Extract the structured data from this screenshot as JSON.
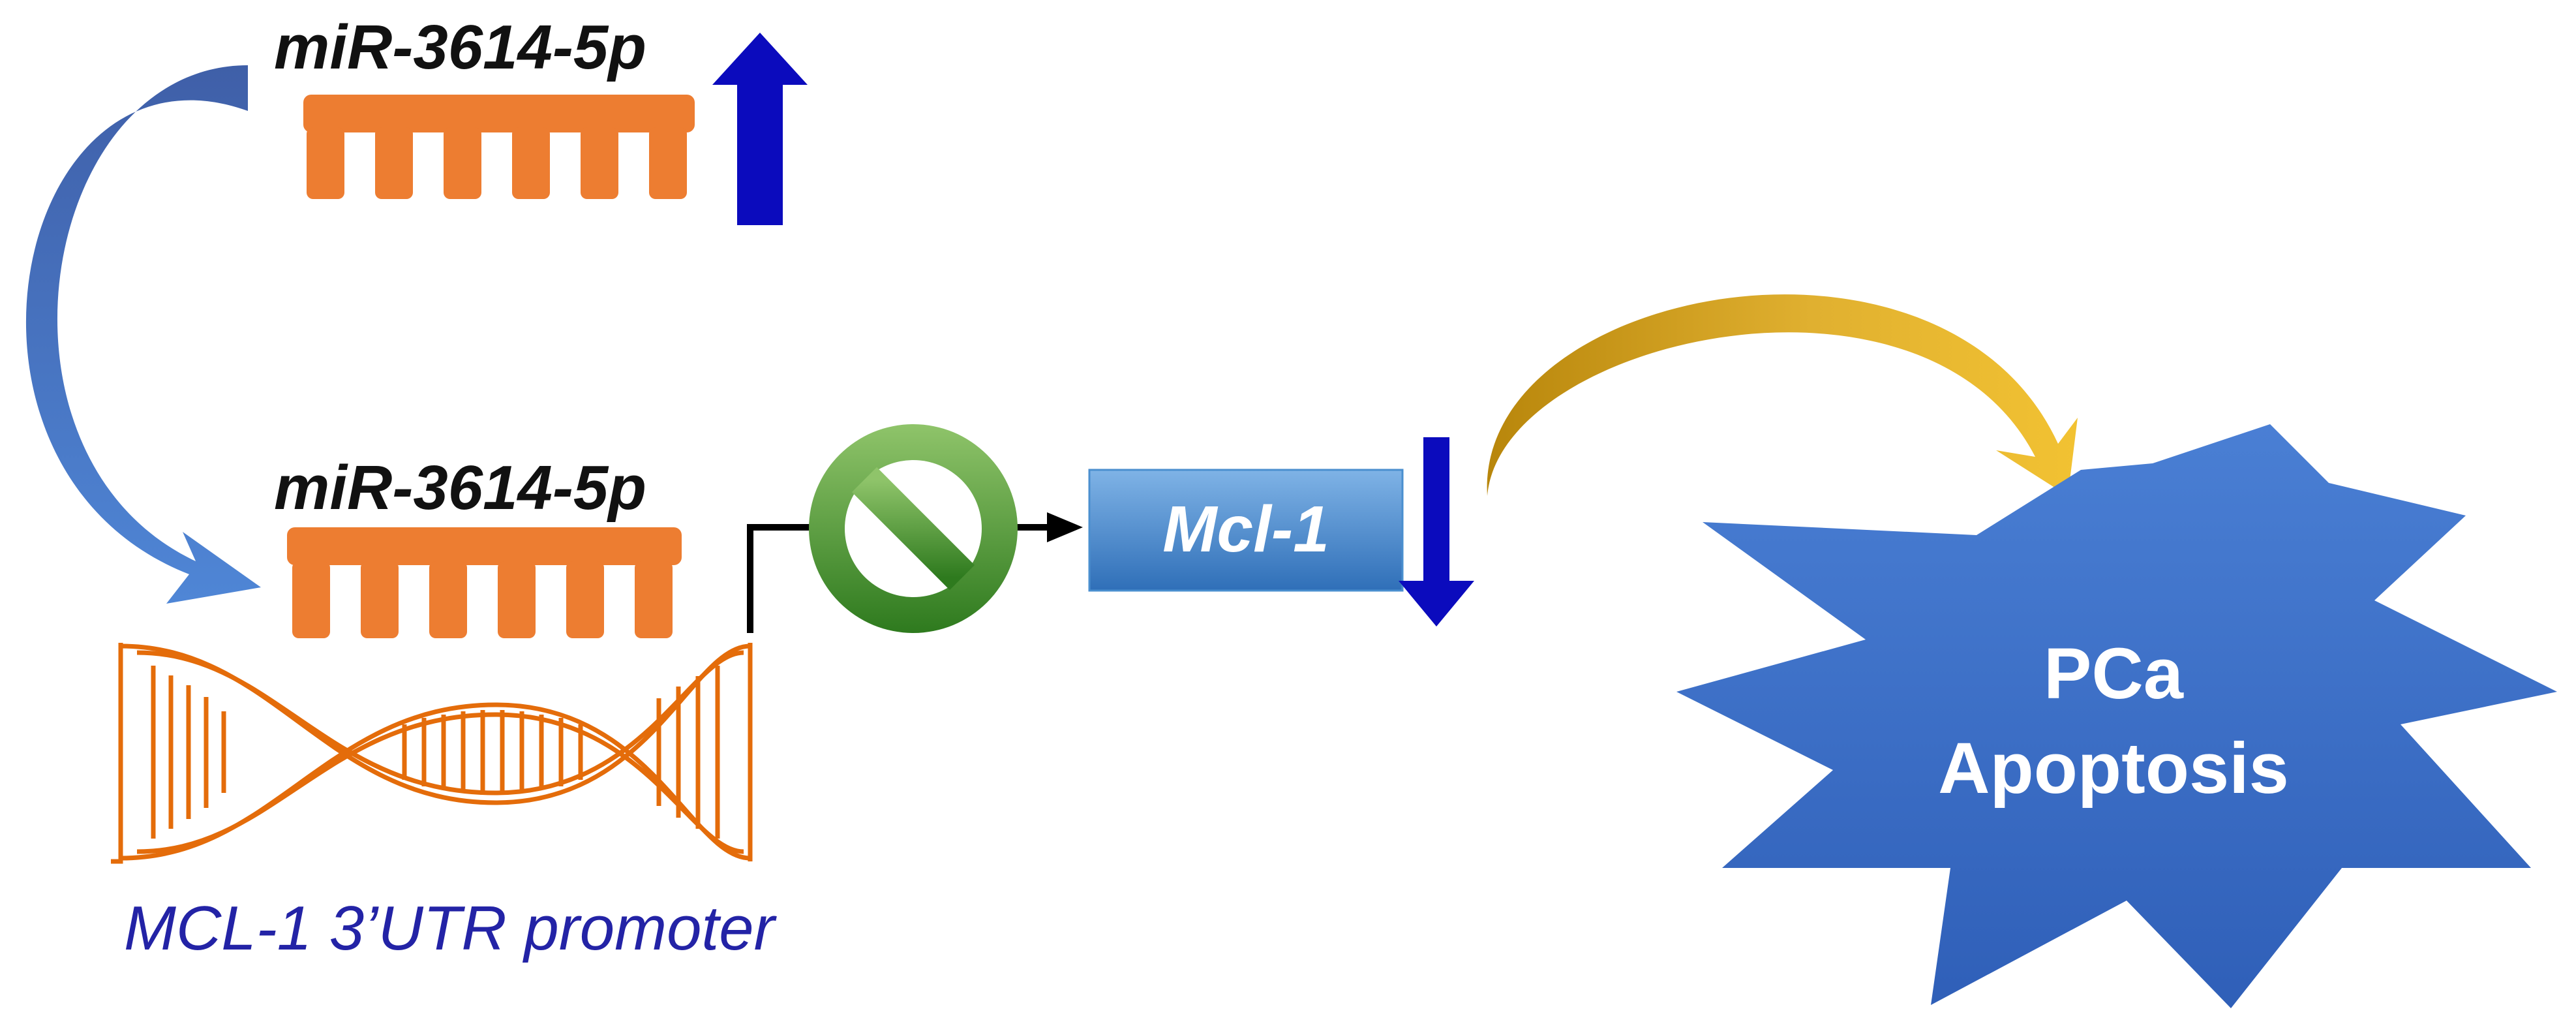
{
  "mirna_top": {
    "label": "miR-3614-5p"
  },
  "mirna_bound": {
    "label": "miR-3614-5p"
  },
  "promoter": {
    "label": "MCL-1 3’UTR promoter"
  },
  "target": {
    "label": "Mcl-1"
  },
  "outcome": {
    "line1": "PCa",
    "line2": "Apoptosis"
  },
  "colors": {
    "mirna": "#ed7d31",
    "dna": "#e46c0a",
    "up_down_arrow": "#0b0bbd",
    "curved_arrow_blue": "#4472c4",
    "curved_arrow_gold": "#d4a017",
    "inhibit_sign": "#3e8a28",
    "mcl_box": "#4a8fcf",
    "burst": "#3b6cc8",
    "promoter_text": "#2323a6"
  },
  "icons": {
    "up_arrow": "up-arrow-icon",
    "down_arrow": "down-arrow-icon",
    "inhibit": "prohibition-icon"
  }
}
